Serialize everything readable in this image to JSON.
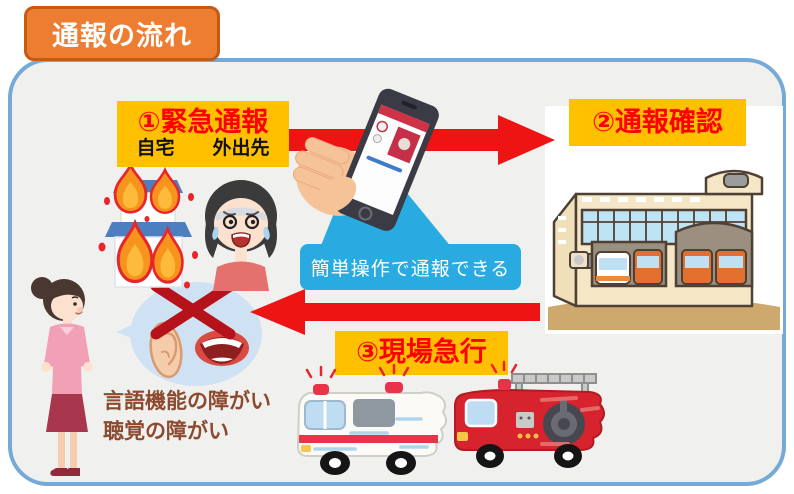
{
  "title": "通報の流れ",
  "steps": {
    "step1": {
      "label": "①緊急通報",
      "location_home": "自宅",
      "location_out": "外出先"
    },
    "step2": {
      "label": "②通報確認"
    },
    "step3": {
      "label": "③現場急行"
    }
  },
  "callout": {
    "text": "簡単操作で通報できる"
  },
  "notes": {
    "line1": "言語機能の障がい",
    "line2": "聴覚の障がい"
  },
  "colors": {
    "title_bg": "#ED7D31",
    "title_border": "#C55A11",
    "label_bg": "#FFC000",
    "label_text": "#FF0000",
    "arrow": "#EE1414",
    "callout_bg": "#29ABE2",
    "frame_border": "#74A9D8",
    "frame_bg": "#F0F0EE",
    "note_text": "#8D4A2F",
    "cross_mark": "#B5121B"
  },
  "illustrations": {
    "burning-house-icon": "two-story house on fire",
    "panicked-woman-icon": "panicked woman with spiral eyes",
    "hand-phone-icon": "hand holding smartphone with emergency report app",
    "fire-station-icon": "fire station with vehicles in garage",
    "signing-woman-icon": "standing woman in pink",
    "ear-mouth-crossed-icon": "ear and mouth crossed out with red X",
    "ambulance-icon": "speeding ambulance",
    "fire-truck-icon": "speeding fire truck",
    "arrow-right-icon": "red arrow from step1 to step2",
    "arrow-left-icon": "red arrow toward step3"
  }
}
